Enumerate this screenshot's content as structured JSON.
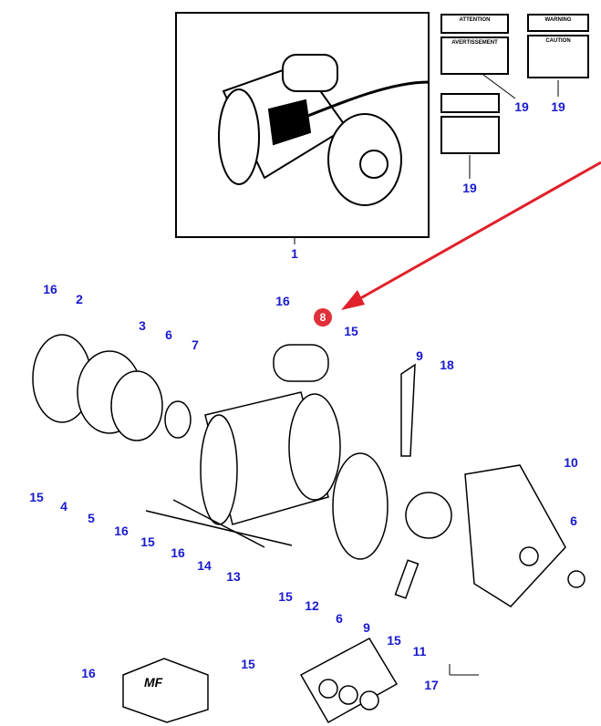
{
  "decals": {
    "attention": "ATTENTION",
    "avertissement": "AVERTISSEMENT",
    "warning": "WARNING",
    "caution": "CAUTION"
  },
  "box_logo": "MF",
  "highlight": {
    "label": "8",
    "color": "#e0303a"
  },
  "label_color": "#1a1ad0",
  "labels": [
    "1",
    "19",
    "19",
    "19",
    "16",
    "2",
    "3",
    "6",
    "7",
    "16",
    "15",
    "9",
    "18",
    "10",
    "6",
    "15",
    "4",
    "5",
    "16",
    "15",
    "16",
    "14",
    "13",
    "15",
    "12",
    "6",
    "9",
    "15",
    "11",
    "17",
    "16",
    "15"
  ]
}
